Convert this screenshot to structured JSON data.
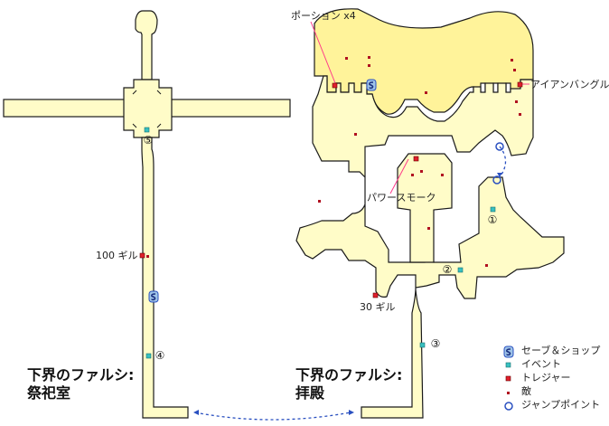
{
  "areas": [
    {
      "title_line1": "下界のファルシ:",
      "title_line2": "祭祀室"
    },
    {
      "title_line1": "下界のファルシ:",
      "title_line2": "拝殿"
    }
  ],
  "treasure_labels": {
    "potion": "ポーション x4",
    "iron_bangle": "アイアンバングル",
    "power_smoke": "パワースモーク",
    "gil_100": "100 ギル",
    "gil_30": "30 ギル"
  },
  "markers": {
    "m1": "①",
    "m2": "②",
    "m3": "③",
    "m4": "④",
    "m5": "⑤"
  },
  "legend": [
    {
      "icon": "save-shop-icon",
      "label": "セーブ＆ショップ"
    },
    {
      "icon": "event-icon",
      "label": "イベント"
    },
    {
      "icon": "treasure-icon",
      "label": "トレジャー"
    },
    {
      "icon": "enemy-icon",
      "label": "敵"
    },
    {
      "icon": "jump-point-icon",
      "label": "ジャンプポイント"
    }
  ],
  "colors": {
    "floor": "#fffcc8",
    "upper_floor": "#fff39a",
    "wall": "#1a1a1a",
    "treasure": "#e0202c",
    "event": "#38c0c0",
    "enemy": "#b01020",
    "jump": "#2a50c0"
  }
}
